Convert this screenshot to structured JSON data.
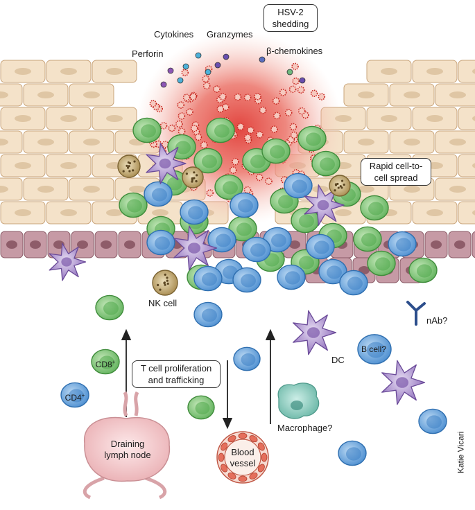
{
  "labels": {
    "hsv": [
      "HSV-2",
      "shedding"
    ],
    "cytokines": "Cytokines",
    "granzymes": "Granzymes",
    "perforin": "Perforin",
    "chemokines": "β-chemokines",
    "rapid": [
      "Rapid cell-to-",
      "cell spread"
    ],
    "nk": "NK cell",
    "cd8": "CD8",
    "cd8_sup": "+",
    "cd4": "CD4",
    "cd4_sup": "+",
    "tcell": [
      "T cell proliferation",
      "and trafficking"
    ],
    "dc": "DC",
    "bcell": "B cell?",
    "nab": "nAb?",
    "macrophage": "Macrophage?",
    "lymph": [
      "Draining",
      "lymph node"
    ],
    "vessel": [
      "Blood",
      "vessel"
    ],
    "credit": "Katie Vicari"
  },
  "colors": {
    "skin_fill": "#f4e2c9",
    "skin_stroke": "#c9a47a",
    "basal_fill": "#b48591",
    "cd8_fill": "#7ec47a",
    "cd4_fill": "#6fa8de",
    "dc_fill": "#a98fcb",
    "nk_fill": "#b59a62",
    "lesion": "#e04a45",
    "macrophage": "#7fc4b6",
    "lymph_node": "#f3c9cc",
    "vessel": "#e88a76"
  }
}
